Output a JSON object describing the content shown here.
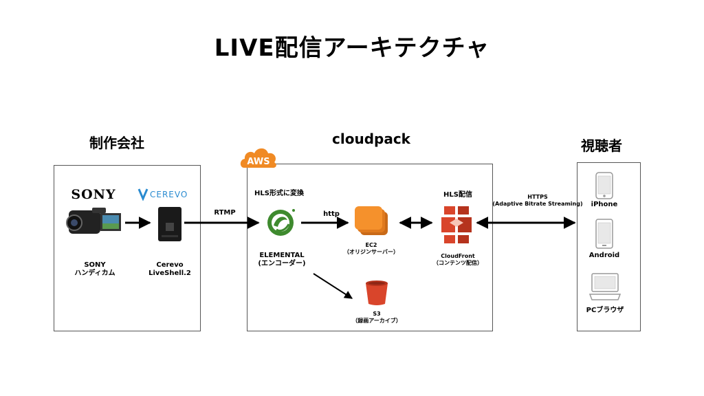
{
  "title": "LIVE配信アーキテクチャ",
  "sections": {
    "producer": "制作会社",
    "cloudpack": "cloudpack",
    "viewer": "視聴者"
  },
  "brands": {
    "sony_logo": "SONY",
    "cerevo_logo": "CEREVO",
    "aws_badge": "AWS"
  },
  "producer": {
    "camera_label": "SONY\nハンディカム",
    "liveshell_label": "Cerevo\nLiveShell.2"
  },
  "edges": {
    "rtmp": "RTMP",
    "http": "http",
    "https": "HTTPS\n(Adaptive Bitrate Streaming)"
  },
  "cloudpack": {
    "hls_convert": "HLS形式に変換",
    "elemental_label": "ELEMENTAL\n(エンコーダー)",
    "ec2_label": "EC2\n（オリジンサーバー）",
    "hls_delivery": "HLS配信",
    "cloudfront_label": "CloudFront\n（コンテンツ配信）",
    "s3_label": "S3\n（録画アーカイブ）"
  },
  "viewers": {
    "iphone": "iPhone",
    "android": "Android",
    "pc": "PCブラウザ"
  },
  "colors": {
    "aws_orange": "#f08a24",
    "cloudfront_red": "#d9452b",
    "elemental_green": "#3e8a2e",
    "cerevo_blue": "#2a8bd0"
  }
}
